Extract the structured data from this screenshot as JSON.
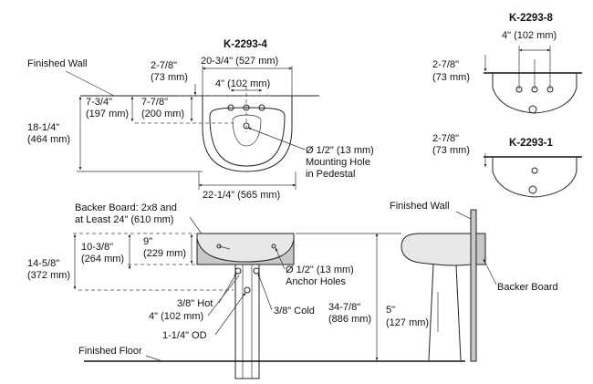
{
  "top_view": {
    "model": "K-2293-4",
    "finished_wall": "Finished Wall",
    "bowl_width": "20-3/4\" (527 mm)",
    "setback_in": "2-7/8\"",
    "setback_mm": "(73 mm)",
    "faucet_spacing": "4\" (102 mm)",
    "wall_to_top_in": "7-3/4\"",
    "wall_to_top_mm": "(197 mm)",
    "wall_to_hole_in": "7-7/8\"",
    "wall_to_hole_mm": "(200 mm)",
    "depth_in": "18-1/4\"",
    "depth_mm": "(464 mm)",
    "mount_hole_1": "Ø 1/2\" (13 mm)",
    "mount_hole_2": "Mounting Hole",
    "mount_hole_3": "in Pedestal",
    "overall_width": "22-1/4\" (565 mm)"
  },
  "variant_8": {
    "model": "K-2293-8",
    "spacing": "4\" (102 mm)",
    "setback_in": "2-7/8\"",
    "setback_mm": "(73 mm)"
  },
  "variant_1": {
    "model": "K-2293-1",
    "setback_in": "2-7/8\"",
    "setback_mm": "(73 mm)"
  },
  "front_view": {
    "backer_1": "Backer Board: 2x8 and",
    "backer_2": "at Least 24\" (610 mm)",
    "dim_1038_in": "10-3/8\"",
    "dim_1038_mm": "(264 mm)",
    "dim_9_in": "9\"",
    "dim_9_mm": "(229 mm)",
    "dim_1458_in": "14-5/8\"",
    "dim_1458_mm": "(372 mm)",
    "anchor_1": "Ø 1/2\" (13 mm)",
    "anchor_2": "Anchor Holes",
    "hot": "3/8\" Hot",
    "hot_spacing": "4\" (102 mm)",
    "cold": "3/8\" Cold",
    "od": "1-1/4\" OD",
    "height_in": "34-7/8\"",
    "height_mm": "(886 mm)",
    "floor": "Finished Floor"
  },
  "side_view": {
    "wall": "Finished Wall",
    "backer": "Backer Board",
    "dim_in": "5\"",
    "dim_mm": "(127 mm)"
  }
}
